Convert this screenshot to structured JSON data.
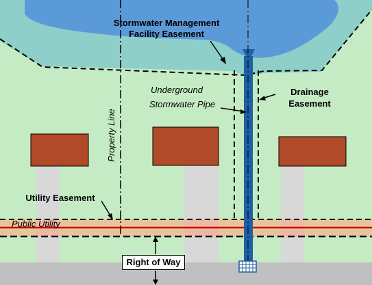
{
  "labels": {
    "stormwater_management_line1": "Stormwater Management",
    "stormwater_management_line2": "Facility Easement",
    "underground_pipe_line1": "Underground",
    "underground_pipe_line2": "Stormwater Pipe",
    "drainage_easement_line1": "Drainage",
    "drainage_easement_line2": "Easement",
    "property_line": "Property Line",
    "utility_easement": "Utility Easement",
    "public_utility": "Public Utility",
    "right_of_way": "Right of Way"
  },
  "colors": {
    "lawn": "#c4ebc3",
    "pond_outer": "#8ecfc9",
    "pond_inner": "#5b9ad8",
    "house": "#b14a28",
    "driveway": "#d8d8d8",
    "utility_band": "#e8c49c",
    "utility_line": "#cc0000",
    "pipe": "#1f5fa3",
    "road": "#c0c0c0"
  }
}
